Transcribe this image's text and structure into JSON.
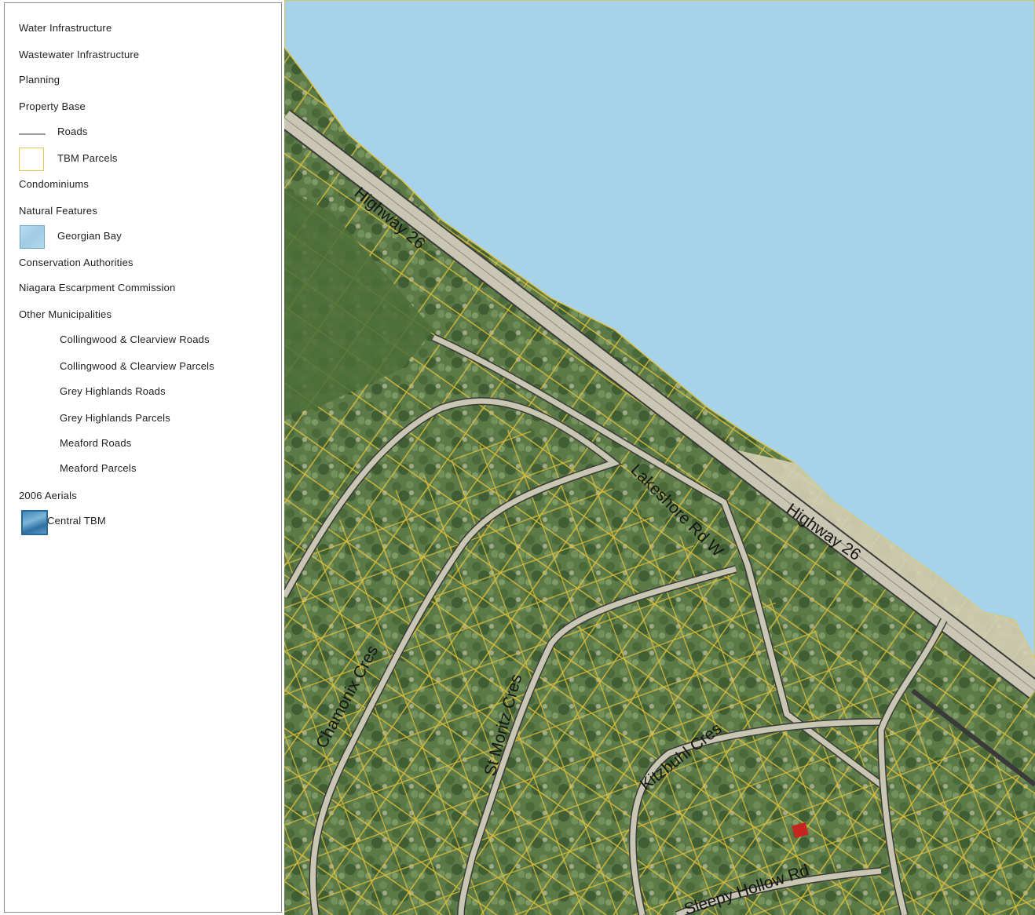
{
  "legend": {
    "items": [
      {
        "label": "Water Infrastructure",
        "indent": 0,
        "swatch": "none"
      },
      {
        "label": "Wastewater Infrastructure",
        "indent": 0,
        "swatch": "none"
      },
      {
        "label": "Planning",
        "indent": 0,
        "swatch": "none"
      },
      {
        "label": "Property Base",
        "indent": 0,
        "swatch": "none"
      },
      {
        "label": "Roads",
        "indent": 1,
        "swatch": "line"
      },
      {
        "label": "TBM Parcels",
        "indent": 1,
        "swatch": "parcel"
      },
      {
        "label": "Condominiums",
        "indent": 0,
        "swatch": "none"
      },
      {
        "label": "Natural Features",
        "indent": 0,
        "swatch": "none"
      },
      {
        "label": "Georgian Bay",
        "indent": 1,
        "swatch": "water"
      },
      {
        "label": "Conservation Authorities",
        "indent": 0,
        "swatch": "none"
      },
      {
        "label": "Niagara Escarpment Commission",
        "indent": 0,
        "swatch": "none"
      },
      {
        "label": "Other Municipalities",
        "indent": 0,
        "swatch": "none"
      },
      {
        "label": "Collingwood & Clearview Roads",
        "indent": 2,
        "swatch": "none"
      },
      {
        "label": "Collingwood & Clearview Parcels",
        "indent": 2,
        "swatch": "none"
      },
      {
        "label": "Grey Highlands Roads",
        "indent": 2,
        "swatch": "none"
      },
      {
        "label": "Grey Highlands Parcels",
        "indent": 2,
        "swatch": "none"
      },
      {
        "label": "Meaford Roads",
        "indent": 2,
        "swatch": "none"
      },
      {
        "label": "Meaford Parcels",
        "indent": 2,
        "swatch": "none"
      },
      {
        "label": "2006 Aerials",
        "indent": 0,
        "swatch": "none"
      },
      {
        "label": "Central TBM",
        "indent": 1,
        "swatch": "aerial"
      }
    ]
  },
  "map": {
    "road_labels": {
      "highway_26_a": "Highway 26",
      "highway_26_b": "Highway 26",
      "lakeshore": "Lakeshore Rd W",
      "chamonix": "Chamonix Cres",
      "st_moritz": "St Moritz Cres",
      "kitzbuhl": "Kitzbuhl Cres",
      "sleepy_hollow": "Sleepy Hollow Rd"
    },
    "colors": {
      "water": "#a6d3ea",
      "land": "#5f7d4c",
      "parcel_lines": "#e3c13a",
      "road_casing": "#3a3a3a",
      "road_fill": "#c9c6b4"
    }
  }
}
